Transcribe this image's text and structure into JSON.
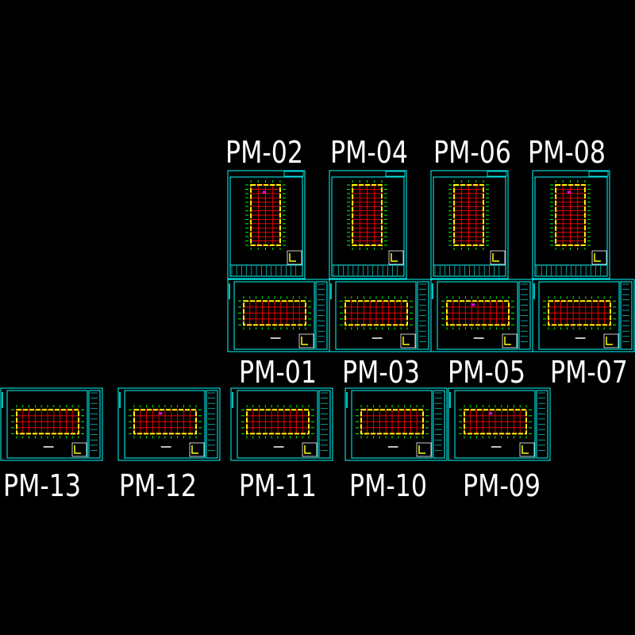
{
  "colors": {
    "background": "#000000",
    "frame": "#00ffff",
    "grid": "#ff0000",
    "wall": "#ffff00",
    "axis": "#00ff00",
    "accent": "#ff00ff",
    "text": "#ffffff"
  },
  "sheets": [
    {
      "label": "PM-02",
      "orientation": "portrait"
    },
    {
      "label": "PM-04",
      "orientation": "portrait"
    },
    {
      "label": "PM-06",
      "orientation": "portrait"
    },
    {
      "label": "PM-08",
      "orientation": "portrait"
    },
    {
      "label": "PM-01",
      "orientation": "landscape"
    },
    {
      "label": "PM-03",
      "orientation": "landscape"
    },
    {
      "label": "PM-05",
      "orientation": "landscape"
    },
    {
      "label": "PM-07",
      "orientation": "landscape"
    },
    {
      "label": "PM-13",
      "orientation": "landscape"
    },
    {
      "label": "PM-12",
      "orientation": "landscape"
    },
    {
      "label": "PM-11",
      "orientation": "landscape"
    },
    {
      "label": "PM-10",
      "orientation": "landscape"
    },
    {
      "label": "PM-09",
      "orientation": "landscape"
    }
  ]
}
